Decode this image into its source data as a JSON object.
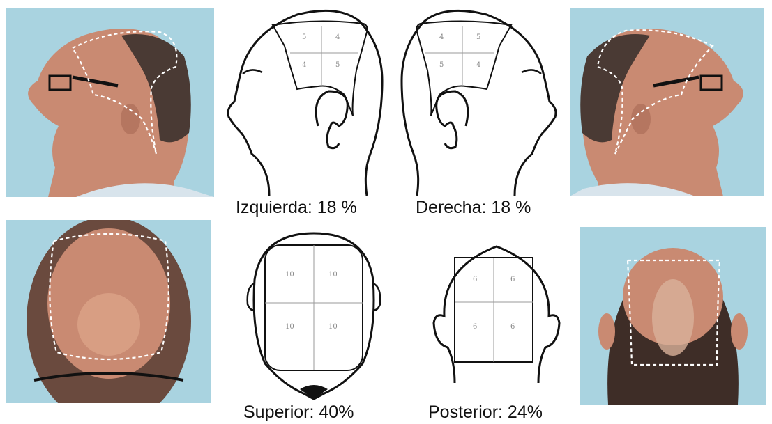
{
  "views": {
    "left": {
      "caption": "Izquierda: 18 %",
      "cells": [
        "5",
        "4",
        "4",
        "5"
      ]
    },
    "right": {
      "caption": "Derecha: 18 %",
      "cells": [
        "4",
        "5",
        "5",
        "4"
      ]
    },
    "top": {
      "caption": "Superior: 40%",
      "cells": [
        "10",
        "10",
        "10",
        "10"
      ]
    },
    "back": {
      "caption": "Posterior: 24%",
      "cells": [
        "6",
        "6",
        "6",
        "6"
      ]
    }
  },
  "colors": {
    "photo_background": "#a9d3e0",
    "skin": "#c98a72",
    "hair": "#4a3a34",
    "outline_dash": "#ffffff",
    "line": "#111111",
    "grid": "#9a9a9a"
  },
  "icons": [
    "scalp-photo-left",
    "scalp-photo-right",
    "scalp-photo-top",
    "scalp-photo-back"
  ]
}
